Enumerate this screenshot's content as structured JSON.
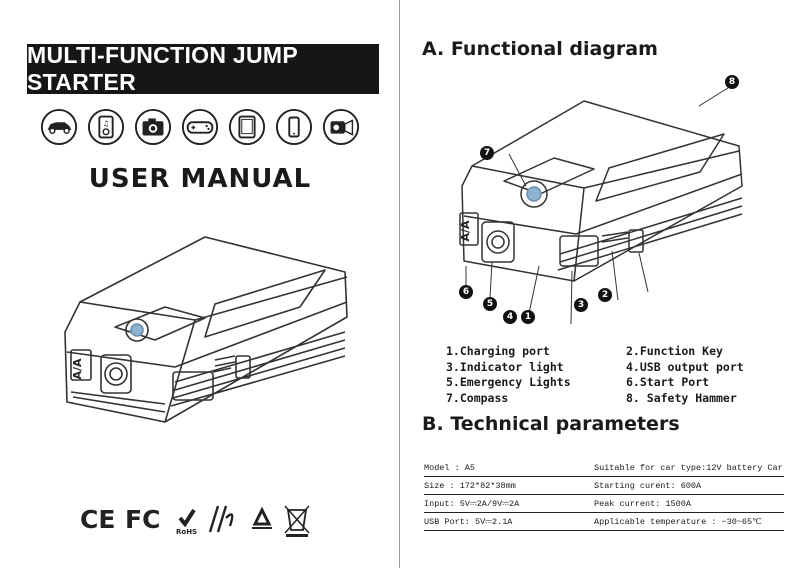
{
  "left_page": {
    "title": "MULTI-FUNCTION JUMP STARTER",
    "icons": [
      "car-icon",
      "music-player-icon",
      "camera-icon",
      "game-console-icon",
      "tablet-icon",
      "phone-icon",
      "camcorder-icon"
    ],
    "subtitle": "USER MANUAL",
    "product_label": "A/A",
    "certifications": [
      "CE",
      "FC",
      "RoHS"
    ]
  },
  "right_page": {
    "section_a_title": "A. Functional diagram",
    "callouts": [
      "1",
      "2",
      "3",
      "4",
      "5",
      "6",
      "7",
      "8"
    ],
    "legend": [
      {
        "left": "1.Charging port",
        "right": "2.Function Key"
      },
      {
        "left": "3.Indicator light",
        "right": "4.USB output port"
      },
      {
        "left": "5.Emergency Lights",
        "right": "6.Start Port"
      },
      {
        "left": "7.Compass",
        "right": "8. Safety Hammer"
      }
    ],
    "section_b_title": "B. Technical parameters",
    "parameters": [
      {
        "left": "Model : A5",
        "right": "Suitable for car type:12V battery Car"
      },
      {
        "left": "Size : 172*82*38mm",
        "right": "Starting curent: 600A"
      },
      {
        "left": "Input:  5V⎓2A/9V⎓2A",
        "right": "Peak current: 1500A"
      },
      {
        "left": "USB Port:  5V⎓2.1A",
        "right": "Applicable temperature : −30~65℃"
      }
    ]
  }
}
